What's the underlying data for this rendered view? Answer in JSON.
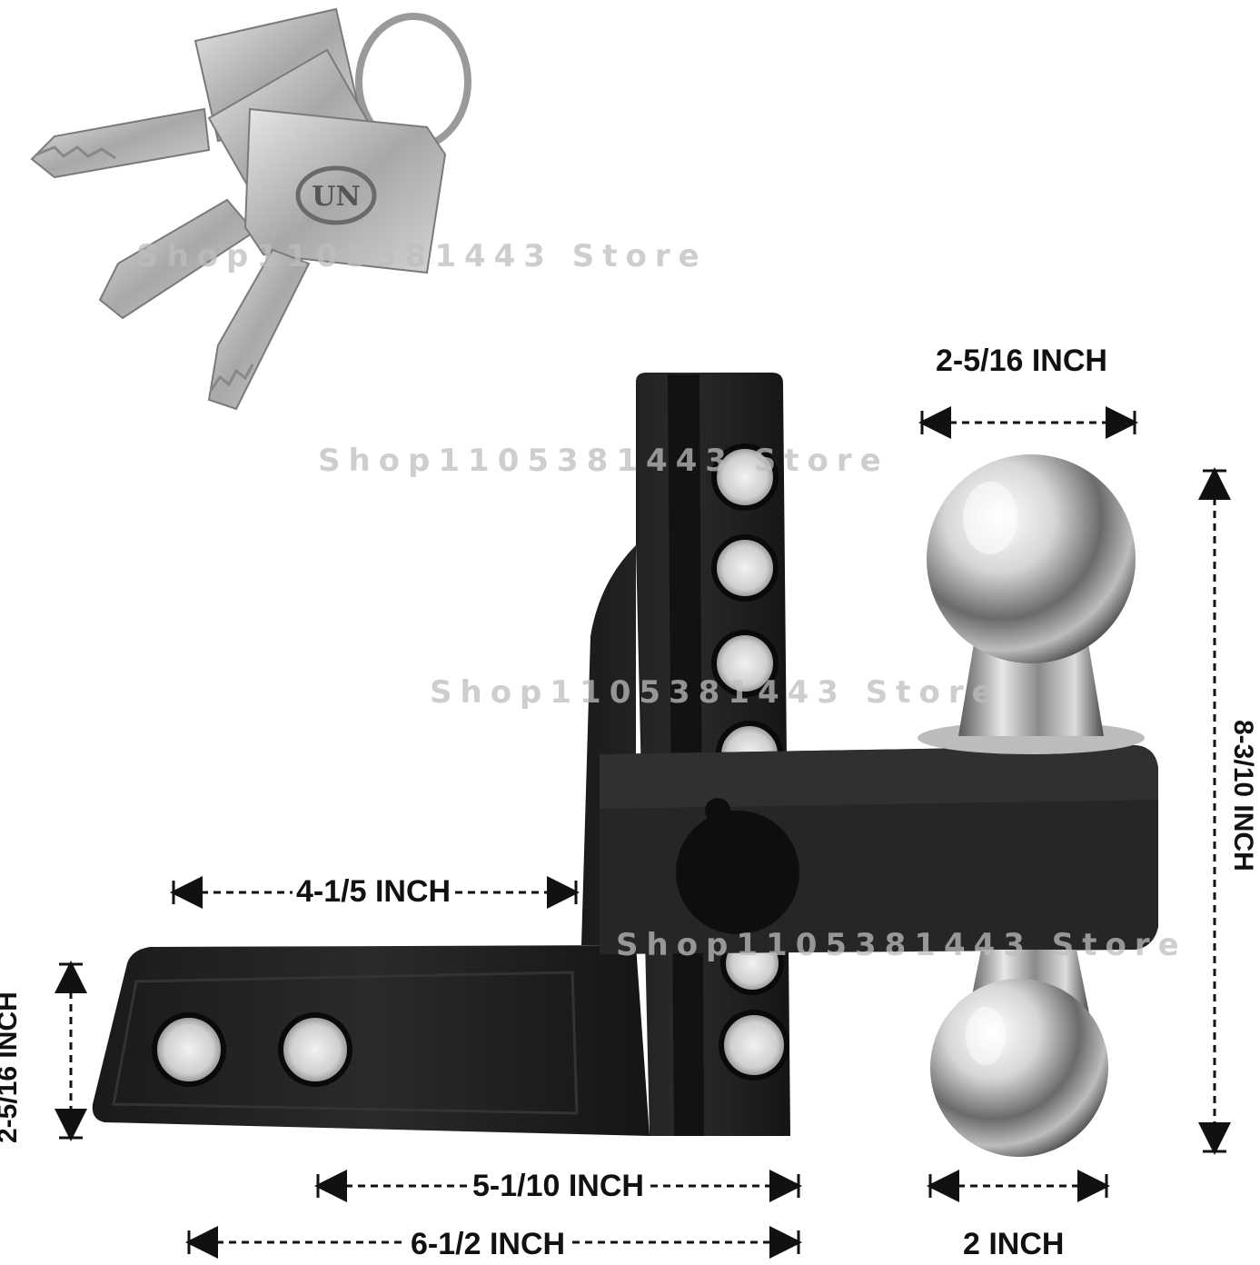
{
  "dimensions": {
    "ball_width": "2-5/16 INCH",
    "total_height": "8-3/10 INCH",
    "drop_length": "4-1/5 INCH",
    "shank_height": "2-5/16 INCH",
    "mid_length": "5-1/10 INCH",
    "total_length": "6-1/2 INCH",
    "small_ball": "2 INCH"
  },
  "watermark": {
    "text": "Shop1105381443 Store"
  },
  "key_logo": "UN",
  "colors": {
    "hitch_body": "#1e1e1e",
    "hitch_edge": "#2e2e2e",
    "chrome": "#c8c8c8",
    "key_metal": "#b9b9b9",
    "ring": "#9a9a9a",
    "text": "#111111"
  }
}
